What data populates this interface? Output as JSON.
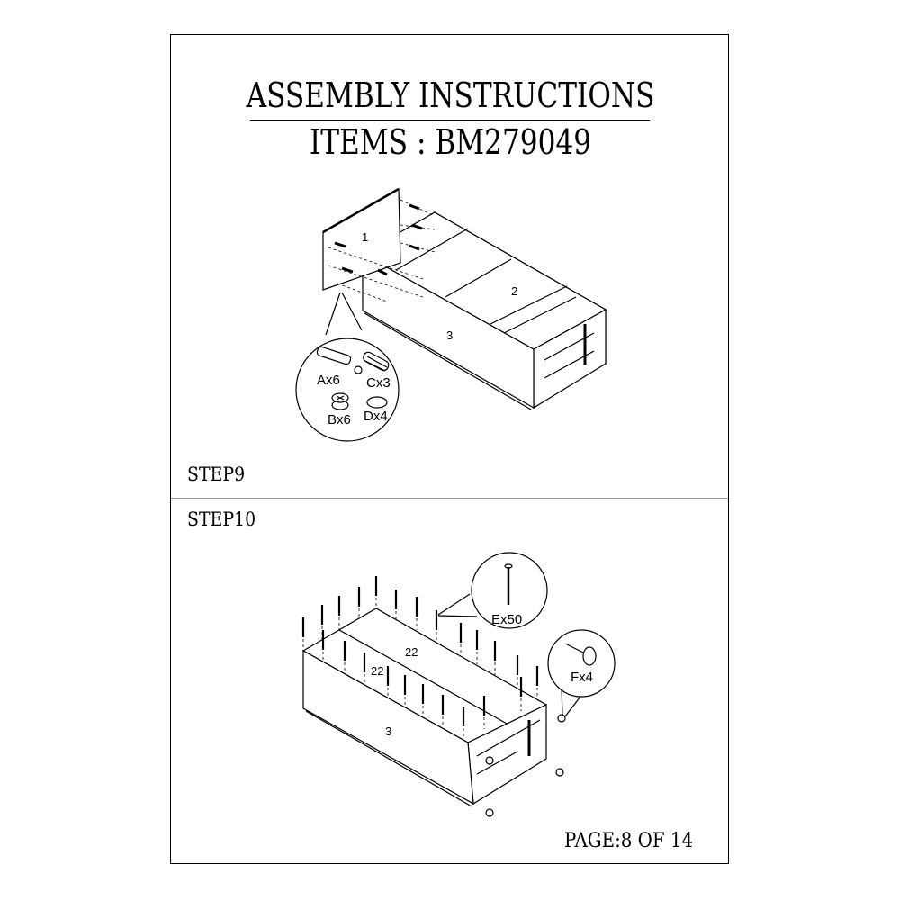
{
  "header": {
    "title": "ASSEMBLY INSTRUCTIONS",
    "items_line": "ITEMS : BM279049"
  },
  "step9": {
    "label": "STEP9",
    "parts": [
      "1",
      "2",
      "3"
    ],
    "hardware": [
      "Ax6",
      "Cx3",
      "Bx6",
      "Dx4"
    ]
  },
  "step10": {
    "label": "STEP10",
    "parts": [
      "22",
      "22",
      "3"
    ],
    "hardware": [
      "Ex50",
      "Fx4"
    ]
  },
  "footer": {
    "page": "PAGE:8 OF 14"
  }
}
